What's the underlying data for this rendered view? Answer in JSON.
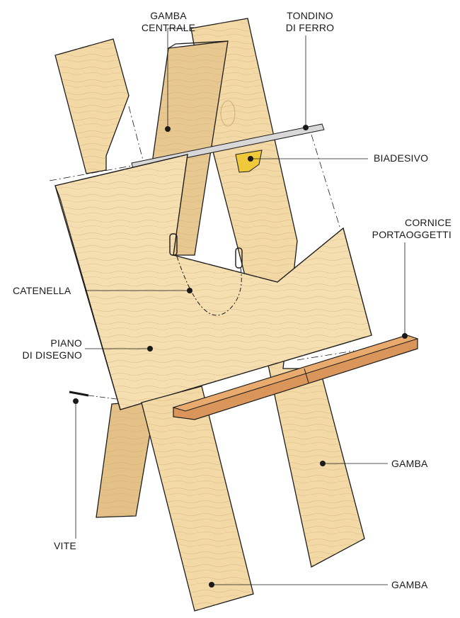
{
  "labels": {
    "gamba_centrale": "GAMBA\nCENTRALE",
    "tondino": "TONDINO\nDI FERRO",
    "biadesivo": "BIADESIVO",
    "cornice": "CORNICE\nPORTAOGGETTI",
    "catenella": "CATENELLA",
    "piano": "PIANO\nDI DISEGNO",
    "vite": "VITE",
    "gamba_1": "GAMBA",
    "gamba_2": "GAMBA"
  },
  "colors": {
    "wood": "#f2d9a6",
    "wood_shade": "#e4c287",
    "wood_dark": "#d9b174",
    "tray": "#d9955a",
    "tray_top": "#e8aa6d",
    "tape": "#f0c93a",
    "outline": "#1a1a1a"
  }
}
